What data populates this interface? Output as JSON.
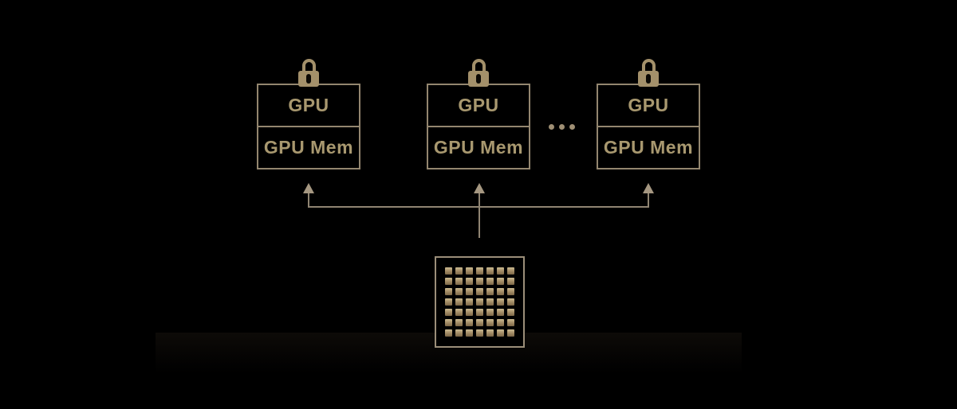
{
  "figure": {
    "type": "gpu-memory-architecture-diagram",
    "background_color": "#000000",
    "accent_color": "#a3906a",
    "line_color": "#8f8472",
    "text_color": "#a8986f"
  },
  "gpu_nodes": [
    {
      "icon": "lock-icon",
      "label": "GPU",
      "mem_label": "GPU Mem"
    },
    {
      "icon": "lock-icon",
      "label": "GPU",
      "mem_label": "GPU Mem"
    },
    {
      "icon": "lock-icon",
      "label": "GPU",
      "mem_label": "GPU Mem"
    }
  ],
  "ellipsis": {
    "dots": 3
  },
  "chip": {
    "icon": "chip-icon",
    "grid_rows": 7,
    "grid_cols": 7
  },
  "connectors": {
    "arrows": 3,
    "description": "chip fans out upward to each GPU node"
  }
}
